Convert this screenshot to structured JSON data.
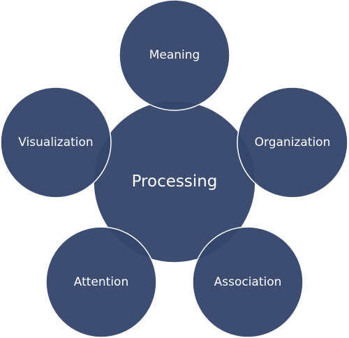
{
  "diagram": {
    "center": {
      "label": "Processing"
    },
    "outer": [
      {
        "label": "Meaning"
      },
      {
        "label": "Organization"
      },
      {
        "label": "Association"
      },
      {
        "label": "Attention"
      },
      {
        "label": "Visualization"
      }
    ]
  },
  "colors": {
    "circle_fill": "#34466b",
    "circle_stroke": "#ffffff",
    "text": "#ffffff"
  }
}
